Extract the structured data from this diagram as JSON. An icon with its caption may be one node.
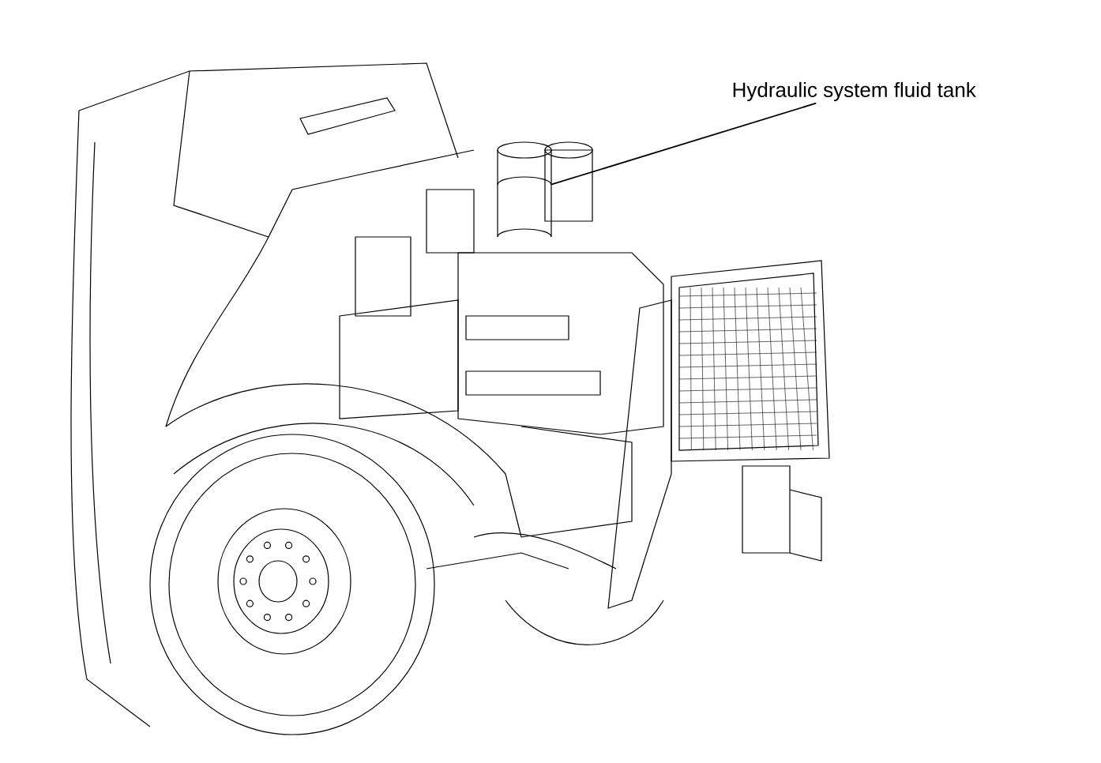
{
  "diagram": {
    "nodes": [
      {
        "text": [
          "Hydraulic system fluid tank"
        ]
      },
      {
        "text": [],
        "shape": "cylinder"
      }
    ],
    "edges": [
      {
        "from": 0,
        "to": 1,
        "arrow": "none"
      }
    ]
  }
}
